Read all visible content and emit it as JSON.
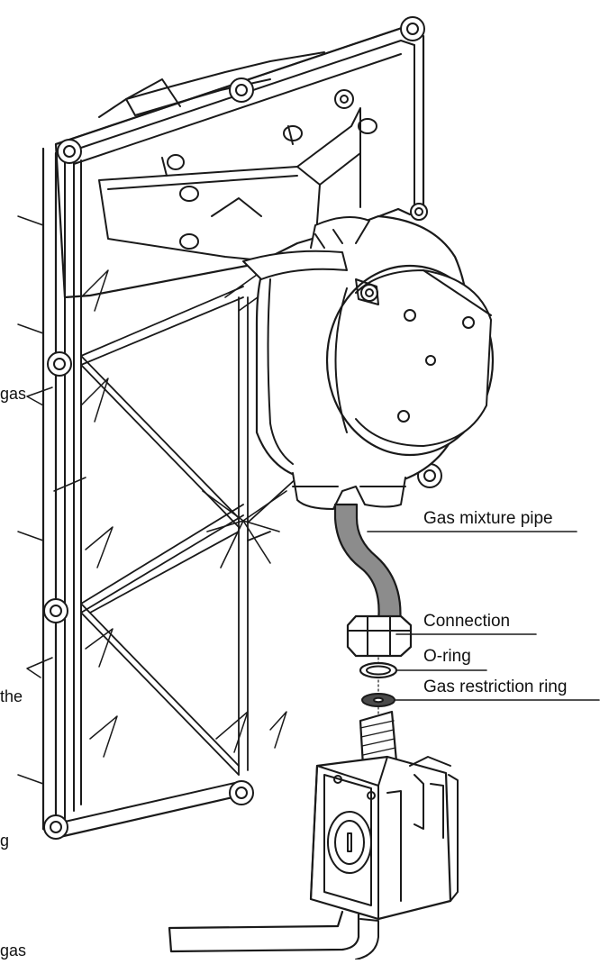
{
  "labels": {
    "gas_mixture_pipe": "Gas mixture pipe",
    "connection": "Connection",
    "o_ring": "O-ring",
    "gas_restriction_ring": "Gas restriction ring"
  },
  "edge_fragments": {
    "gas_top": "gas",
    "the": "the",
    "g": "g",
    "gas_bottom": "gas"
  },
  "colors": {
    "line": "#1a1a1a",
    "pipe_fill": "#8c8c8c",
    "background": "#ffffff"
  }
}
